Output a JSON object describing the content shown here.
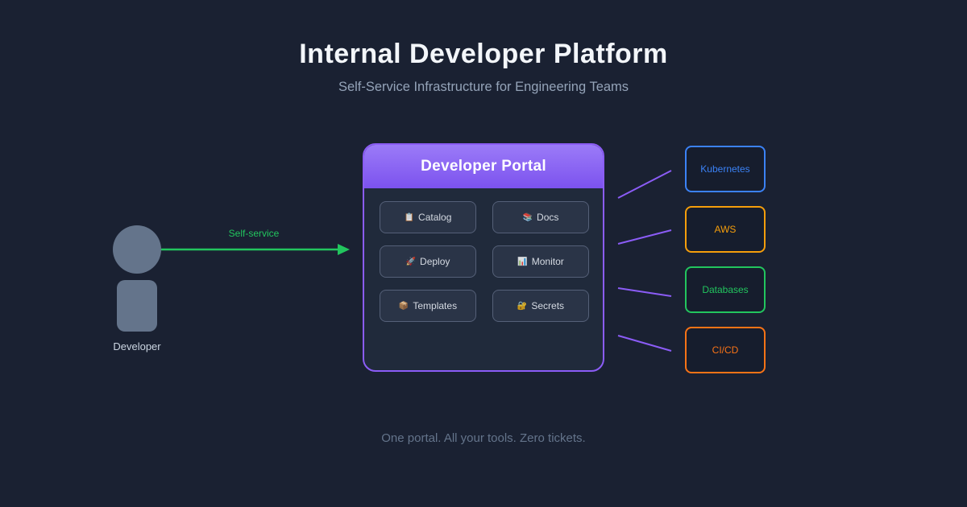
{
  "header": {
    "title": "Internal Developer Platform",
    "subtitle": "Self-Service Infrastructure for Engineering Teams"
  },
  "developer": {
    "label": "Developer"
  },
  "arrow": {
    "label": "Self-service"
  },
  "portal": {
    "title": "Developer Portal",
    "tools": [
      {
        "icon": "📋",
        "label": "Catalog"
      },
      {
        "icon": "📚",
        "label": "Docs"
      },
      {
        "icon": "🚀",
        "label": "Deploy"
      },
      {
        "icon": "📊",
        "label": "Monitor"
      },
      {
        "icon": "📦",
        "label": "Templates"
      },
      {
        "icon": "🔐",
        "label": "Secrets"
      }
    ]
  },
  "targets": [
    {
      "label": "Kubernetes",
      "color": "#3b82f6"
    },
    {
      "label": "AWS",
      "color": "#f59e0b"
    },
    {
      "label": "Databases",
      "color": "#22c55e"
    },
    {
      "label": "CI/CD",
      "color": "#f97316"
    }
  ],
  "footer": {
    "tagline": "One portal. All your tools. Zero tickets."
  },
  "colors": {
    "background": "#1a2132",
    "title": "#f3f6fa",
    "subtitle": "#94a3b8",
    "portal_border": "#8b5cf6",
    "portal_header_top": "#9b7bf8",
    "portal_header_bottom": "#7c52ee",
    "connector": "#8b5cf6",
    "arrow": "#22c55e",
    "developer_fill": "#64748b"
  }
}
